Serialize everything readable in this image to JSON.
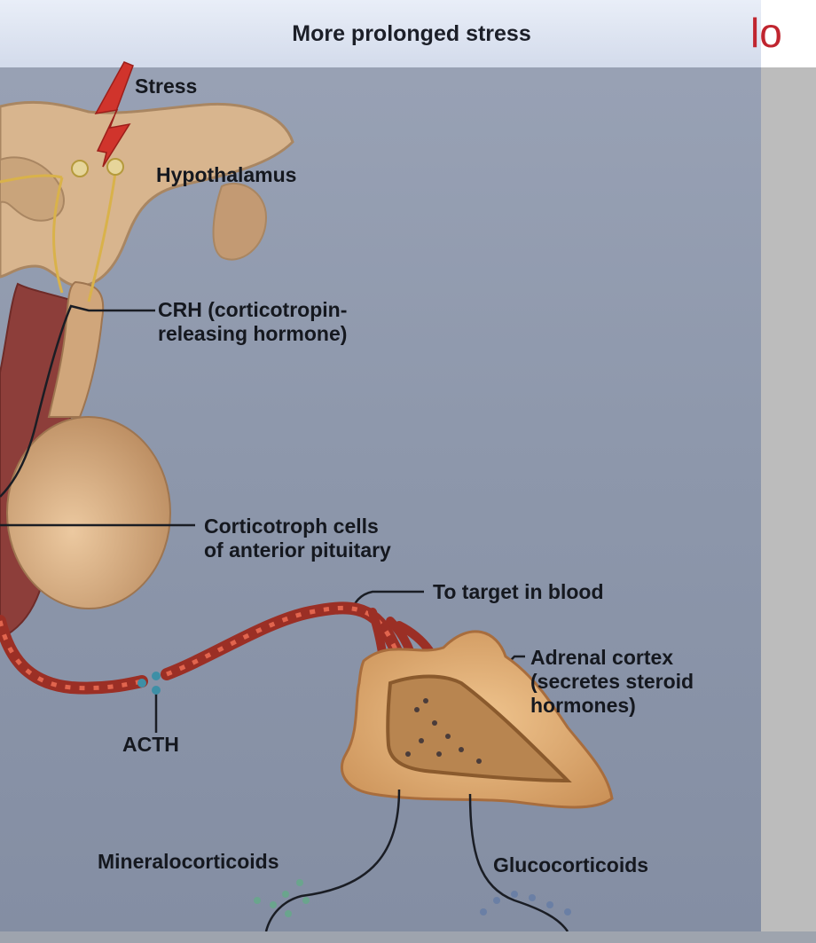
{
  "figure": {
    "header_title": "More prolonged stress",
    "slide_title_fragment": "lo",
    "labels": {
      "stress": "Stress",
      "hypothalamus": "Hypothalamus",
      "crh_line1": "CRH (corticotropin-",
      "crh_line2": "releasing hormone)",
      "corticotroph_line1": "Corticotroph cells",
      "corticotroph_line2": "of anterior pituitary",
      "to_target": "To target in blood",
      "adrenal_line1": "Adrenal cortex",
      "adrenal_line2": "(secretes steroid",
      "adrenal_line3": "hormones)",
      "acth": "ACTH",
      "mineralocorticoids": "Mineralocorticoids",
      "glucocorticoids": "Glucocorticoids"
    }
  },
  "colors": {
    "background": "#8f99ad",
    "header": "#dde3f0",
    "brain_tissue": "#d8b58e",
    "pituitary": "#d9b087",
    "vessel": "#9b2f25",
    "adrenal": "#dca872",
    "stress_bolt": "#d0342c",
    "slide_title": "#c0252f"
  }
}
